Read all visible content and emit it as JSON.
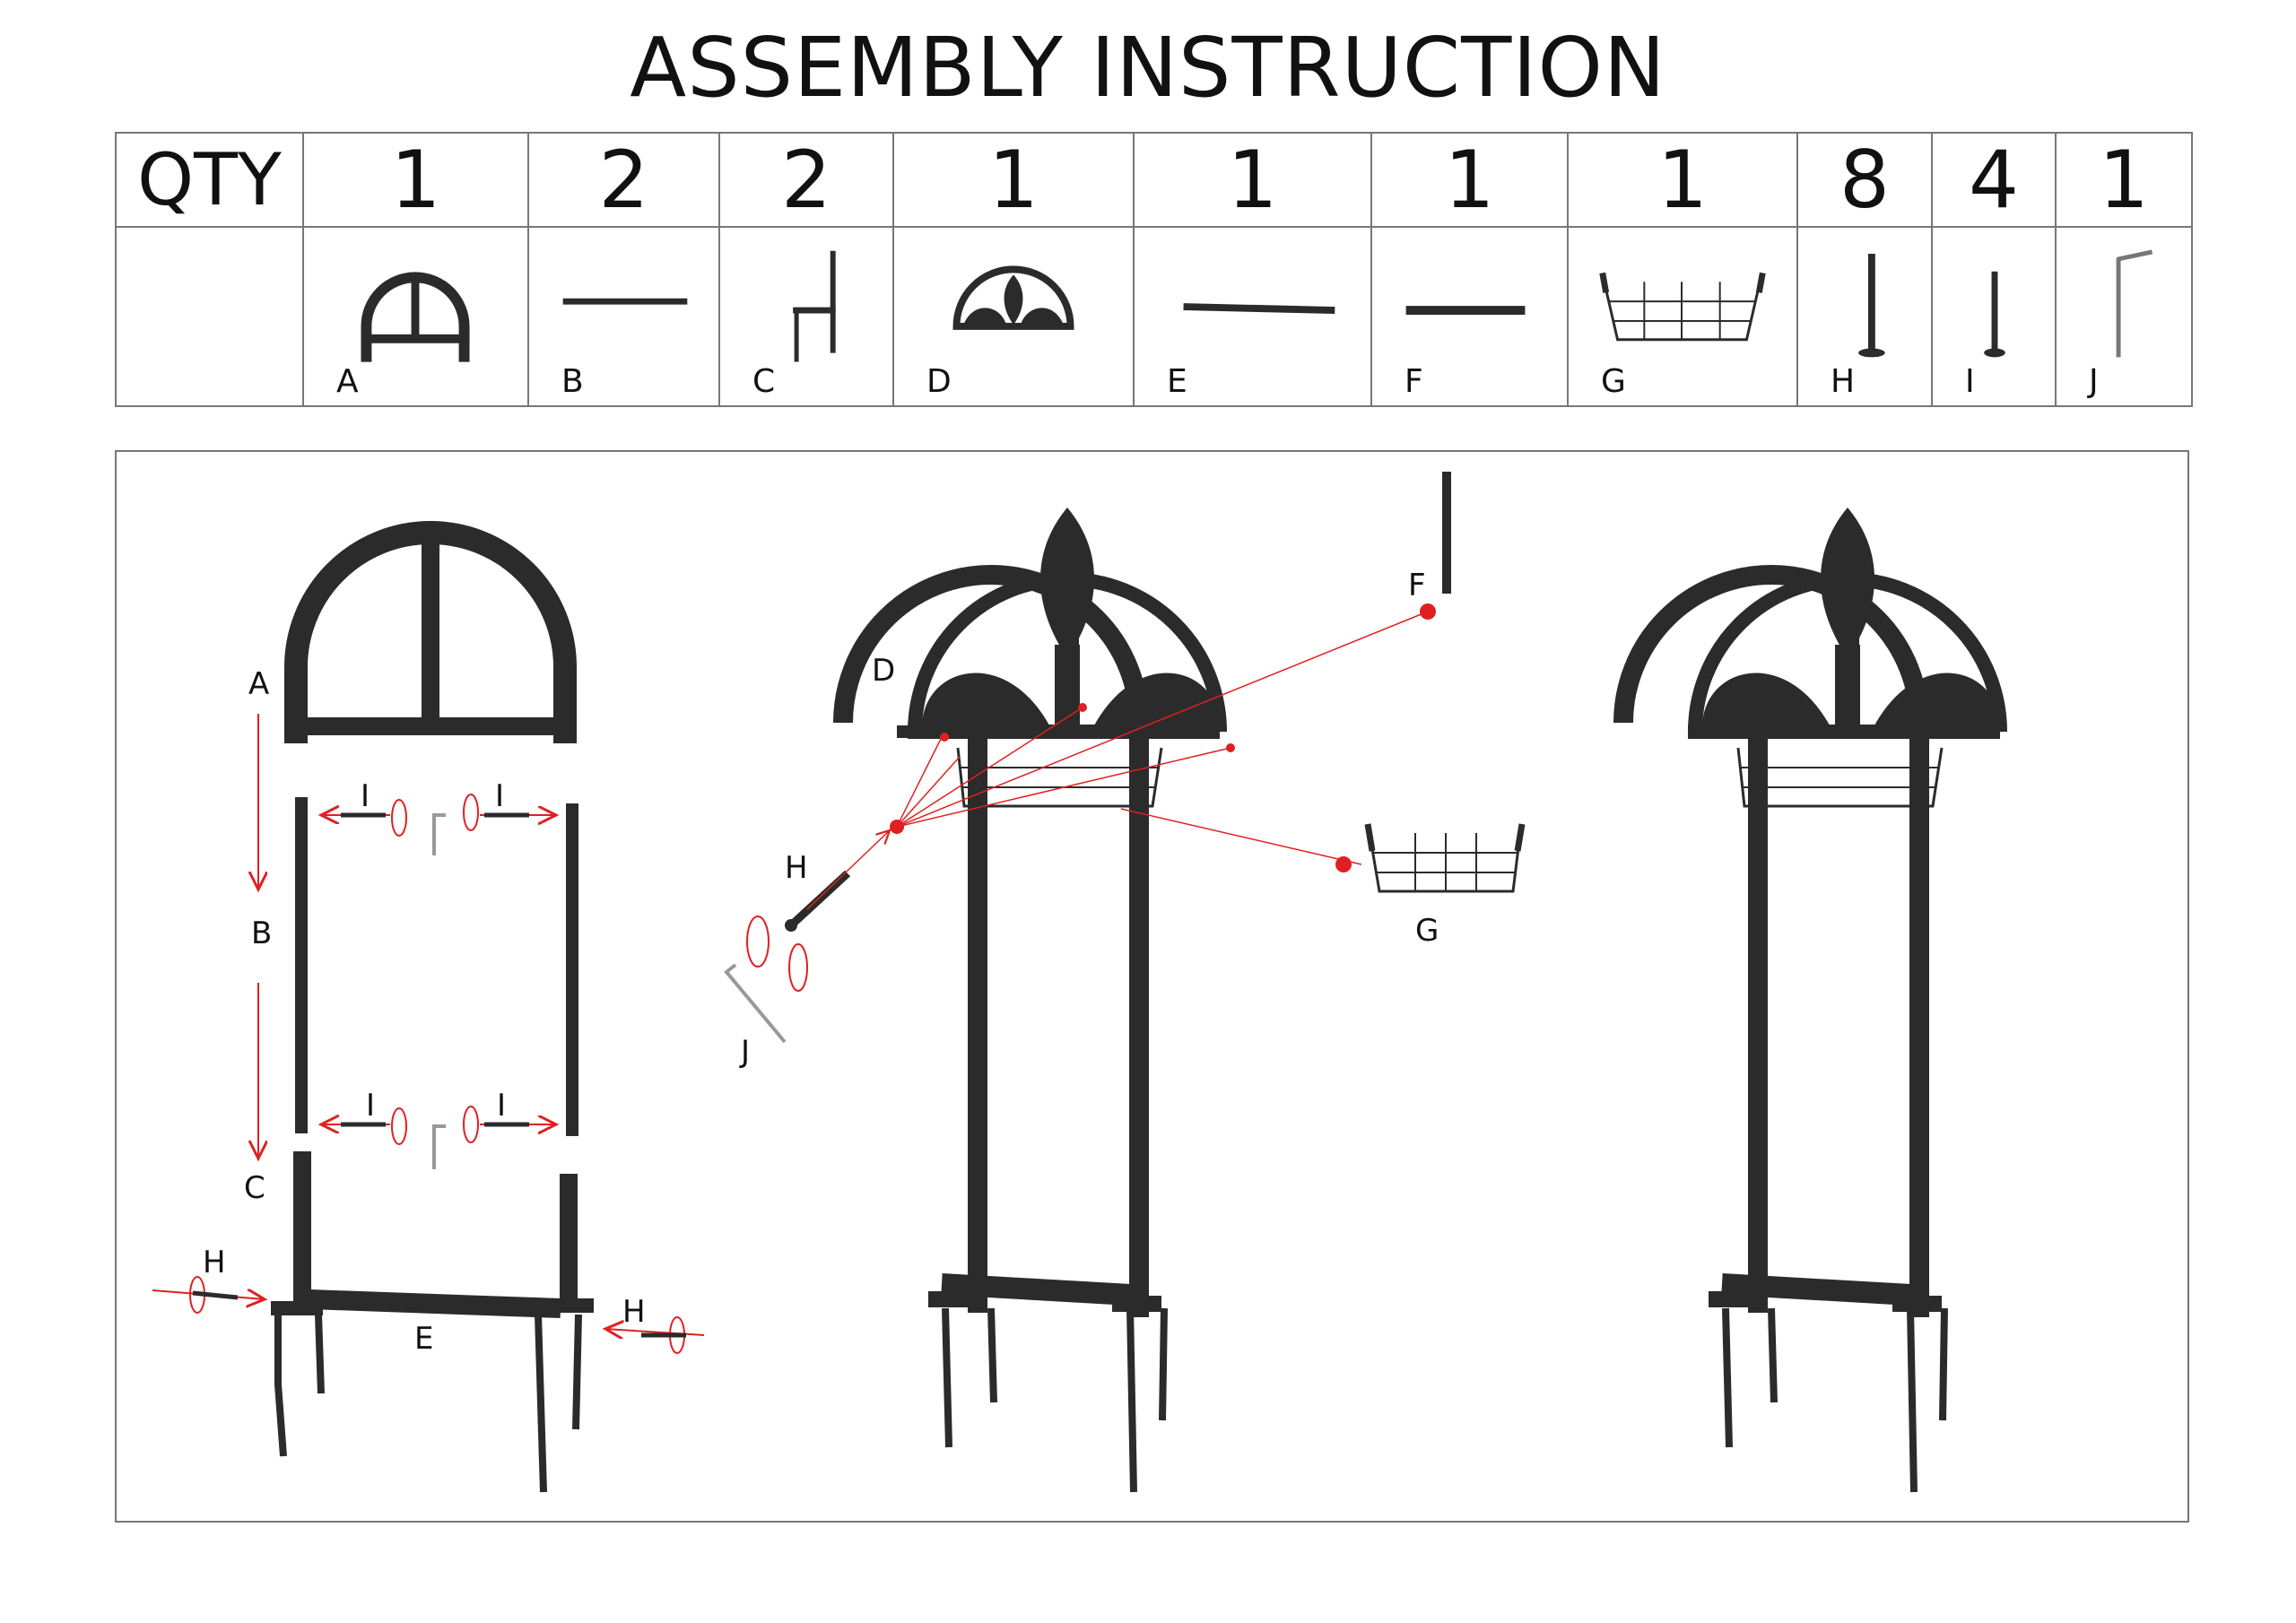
{
  "title": "ASSEMBLY INSTRUCTION",
  "table": {
    "qty_label": "QTY",
    "parts": [
      {
        "letter": "A",
        "qty": "1",
        "icon": "arch-frame-icon"
      },
      {
        "letter": "B",
        "qty": "2",
        "icon": "straight-tube-icon"
      },
      {
        "letter": "C",
        "qty": "2",
        "icon": "leg-spike-icon"
      },
      {
        "letter": "D",
        "qty": "1",
        "icon": "fleur-de-lis-panel-icon"
      },
      {
        "letter": "E",
        "qty": "1",
        "icon": "long-crossbar-icon"
      },
      {
        "letter": "F",
        "qty": "1",
        "icon": "short-bar-icon"
      },
      {
        "letter": "G",
        "qty": "1",
        "icon": "wire-basket-icon"
      },
      {
        "letter": "H",
        "qty": "8",
        "icon": "long-bolt-icon"
      },
      {
        "letter": "I",
        "qty": "4",
        "icon": "short-bolt-icon"
      },
      {
        "letter": "J",
        "qty": "1",
        "icon": "allen-key-icon"
      }
    ]
  },
  "diagram": {
    "step1": {
      "A": "A",
      "B": "B",
      "C": "C",
      "E": "E",
      "H": "H",
      "I": "I"
    },
    "step2": {
      "D": "D",
      "F": "F",
      "G": "G",
      "H": "H",
      "J": "J"
    },
    "colors": {
      "metal": "#2b2b2b",
      "arrow": "#e02020",
      "border": "#777777"
    }
  }
}
